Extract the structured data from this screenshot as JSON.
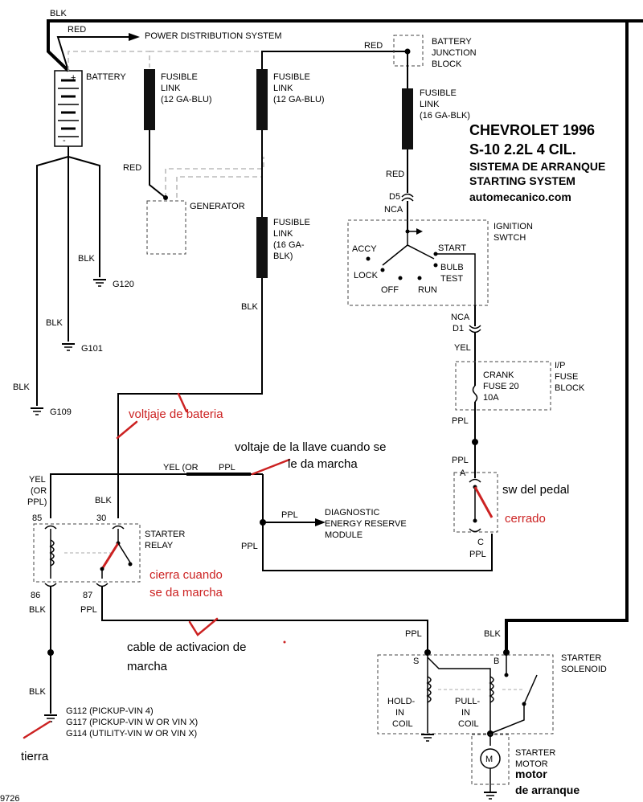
{
  "title": {
    "line1": "CHEVROLET 1996",
    "line2": "S-10  2.2L 4 CIL.",
    "line3": "SISTEMA DE ARRANQUE",
    "line4": "STARTING SYSTEM",
    "line5": "automecanico.com"
  },
  "labels": {
    "blk_top": "BLK",
    "red_top": "RED",
    "power_dist": "POWER DISTRIBUTION SYSTEM",
    "battery": "BATTERY",
    "plus": "+",
    "minus": "-",
    "fusible1": "FUSIBLE",
    "link1": "LINK",
    "ga1": "(12 GA-BLU)",
    "fusible2": "FUSIBLE",
    "link2": "LINK",
    "ga2": "(12 GA-BLU)",
    "red_junction": "RED",
    "bjb1": "BATTERY",
    "bjb2": "JUNCTION",
    "bjb3": "BLOCK",
    "fusible3": "FUSIBLE",
    "link3": "LINK",
    "ga3": "(16 GA-BLK)",
    "red_gen": "RED",
    "generator": "GENERATOR",
    "fusible4": "FUSIBLE",
    "link4": "LINK",
    "ga4a": "(16 GA-",
    "ga4b": "BLK)",
    "red_ign": "RED",
    "d5": "D5",
    "nca_top": "NCA",
    "ignition1": "IGNITION",
    "ignition2": "SWTCH",
    "accy": "ACCY",
    "start": "START",
    "lock": "LOCK",
    "bulb": "BULB",
    "test": "TEST",
    "off": "OFF",
    "run": "RUN",
    "nca_bot": "NCA",
    "d1": "D1",
    "yel_ign": "YEL",
    "blk_g120": "BLK",
    "g120": "G120",
    "blk_fl4": "BLK",
    "blk_g101": "BLK",
    "g101": "G101",
    "blk_g109": "BLK",
    "g109": "G109",
    "crank": "CRANK",
    "fuse20": "FUSE 20",
    "amp10": "10A",
    "ip1": "I/P",
    "ip2": "FUSE",
    "ip3": "BLOCK",
    "ppl_fuse": "PPL",
    "ppl_a": "PPL",
    "pin_a": "A",
    "pin_c": "C",
    "ppl_c": "PPL",
    "yel_or_ppl": "YEL (OR",
    "ppl_top_relay": "PPL",
    "yel_left": "YEL",
    "or_left": "(OR",
    "ppl_left": "PPL)",
    "pin85": "85",
    "blk30": "BLK",
    "pin30": "30",
    "starter_relay1": "STARTER",
    "starter_relay2": "RELAY",
    "ppl_diag": "PPL",
    "diag1": "DIAGNOSTIC",
    "diag2": "ENERGY RESERVE",
    "diag3": "MODULE",
    "ppl_mid": "PPL",
    "pin86": "86",
    "blk86": "BLK",
    "pin87": "87",
    "ppl87": "PPL",
    "ppl_sol": "PPL",
    "blk_sol": "BLK",
    "starter_sol1": "STARTER",
    "starter_sol2": "SOLENOID",
    "pin_s": "S",
    "pin_b": "B",
    "hold1": "HOLD-",
    "hold2": "IN",
    "hold3": "COIL",
    "pull1": "PULL-",
    "pull2": "IN",
    "pull3": "COIL",
    "motor1": "STARTER",
    "motor2": "MOTOR",
    "motor_m": "M",
    "blk_ground": "BLK",
    "g112": "G112 (PICKUP-VIN 4)",
    "g117": "G117 (PICKUP-VIN W OR VIN X)",
    "g114": "G114 (UTILITY-VIN W OR VIN X)",
    "corner": "9726"
  },
  "notes": {
    "voltaje_bateria": "voltjaje de bateria",
    "voltaje_llave1": "voltaje de la llave cuando se",
    "voltaje_llave2": "le da marcha",
    "sw_pedal": "sw del pedal",
    "cerrado": "cerrado",
    "cierra1": "cierra cuando",
    "cierra2": "se da marcha",
    "cable1": "cable de activacion de",
    "cable2": "marcha",
    "tierra": "tierra",
    "motor1": "motor",
    "motor2": "de arranque"
  }
}
